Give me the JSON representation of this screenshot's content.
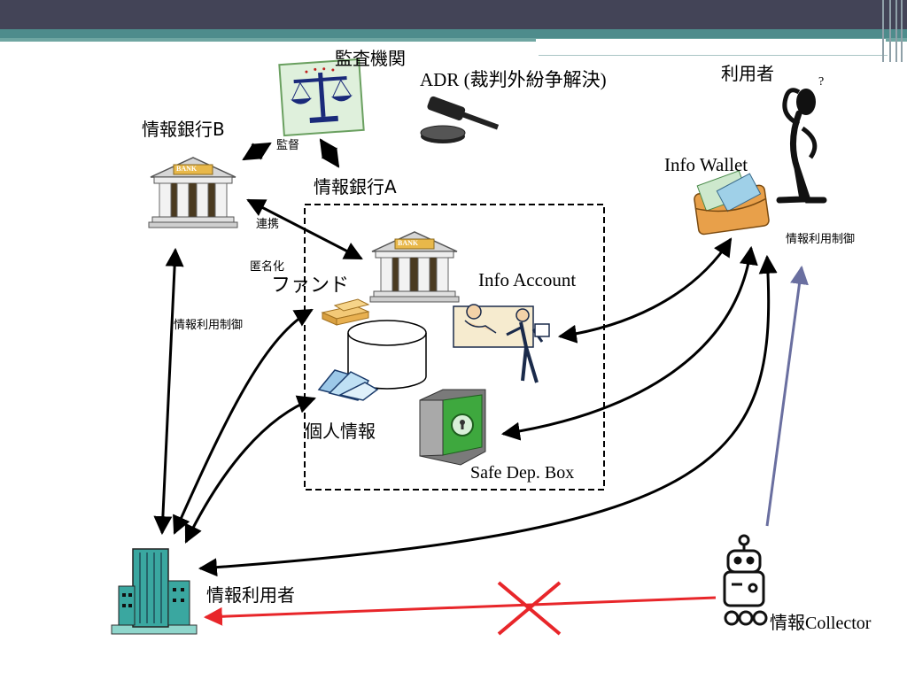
{
  "labels": {
    "audit_org": "監査機関",
    "adr": "ADR (裁判外紛争解決)",
    "user": "利用者",
    "bank_b": "情報銀行B",
    "supervision": "監督",
    "bank_a": "情報銀行A",
    "info_wallet": "Info Wallet",
    "collaboration": "連携",
    "anonymization": "匿名化",
    "fund": "ファンド",
    "info_account": "Info Account",
    "usage_control_left": "情報利用制御",
    "usage_control_right": "情報利用制御",
    "personal_info": "個人情報",
    "safe_dep_box": "Safe Dep. Box",
    "info_user": "情報利用者",
    "collector_prefix": "情報",
    "collector_suffix": "Collector",
    "bank_sign": "BANK",
    "question_mark": "?"
  },
  "colors": {
    "header_dark": "#434457",
    "header_teal": "#4e8c8c",
    "arrow_black": "#000000",
    "arrow_red": "#e8262a",
    "arrow_blue": "#6a6fa0",
    "bank_gold": "#e8b84a",
    "safe_green": "#3ea83e",
    "building_teal": "#3aa7a0"
  },
  "icons": [
    "scales-icon",
    "gavel-icon",
    "bank-icon",
    "person-thinking-icon",
    "wallet-icon",
    "database-icon",
    "gold-bars-icon",
    "books-icon",
    "teller-icon",
    "safe-icon",
    "office-building-icon",
    "robot-icon",
    "red-x-icon"
  ]
}
